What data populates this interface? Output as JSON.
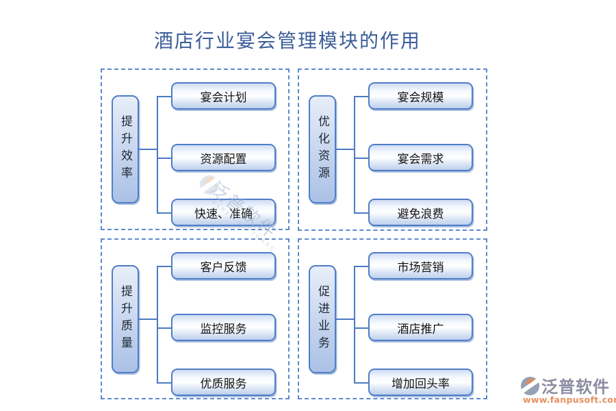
{
  "title": "酒店行业宴会管理模块的作用",
  "groups": [
    {
      "label": "提升效率",
      "items": [
        "宴会计划",
        "资源配置",
        "快速、准确"
      ]
    },
    {
      "label": "优化资源",
      "items": [
        "宴会规模",
        "宴会需求",
        "避免浪费"
      ]
    },
    {
      "label": "提升质量",
      "items": [
        "客户反馈",
        "监控服务",
        "优质服务"
      ]
    },
    {
      "label": "促进业务",
      "items": [
        "市场营销",
        "酒店推广",
        "增加回头率"
      ]
    }
  ],
  "watermark": {
    "text": "泛普软件",
    "subtext": "FANPU SOFTWARE"
  },
  "logo": {
    "name": "泛普软件",
    "url": "www.fanpusoft.com"
  },
  "colors": {
    "accent": "#4f7dc7",
    "line": "#4a7ac4",
    "title": "#3c5e99",
    "dash": "#5d89cf",
    "logo-gray": "#8c8ca2",
    "logo-orange": "#e78f5f"
  }
}
